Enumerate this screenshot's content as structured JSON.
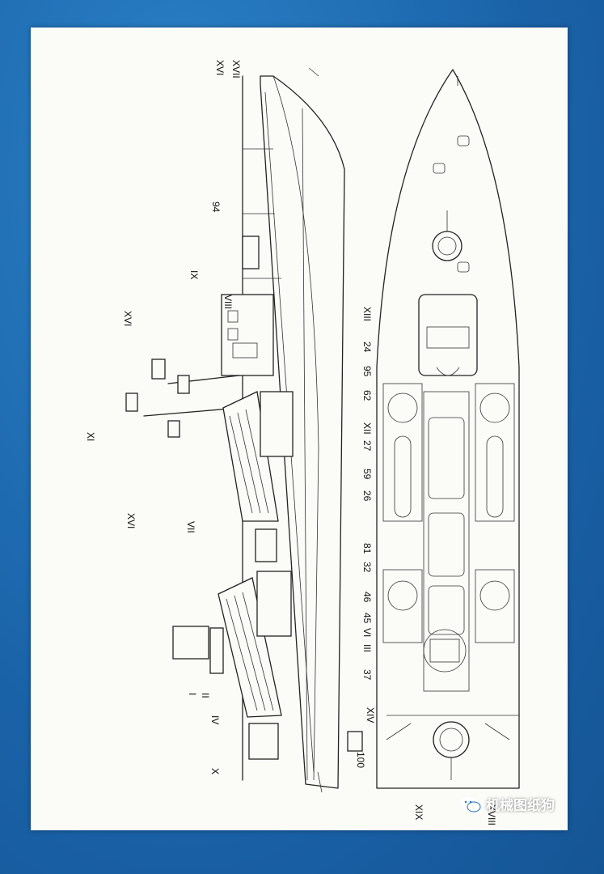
{
  "watermark": {
    "text": "机械图纸狗",
    "icon": "wechat-icon"
  },
  "labels": {
    "side_top": [
      "XVI",
      "XVII",
      "94",
      "IX",
      "VIII",
      "XVI",
      "XI",
      "XVI",
      "VII",
      "I",
      "II",
      "IV",
      "X",
      "XIV",
      "100"
    ],
    "plan": [
      "XIII",
      "24",
      "95",
      "62",
      "XII",
      "27",
      "59",
      "26",
      "81",
      "32",
      "46",
      "45",
      "VI",
      "III",
      "37",
      "XIX",
      "XVIII"
    ]
  }
}
